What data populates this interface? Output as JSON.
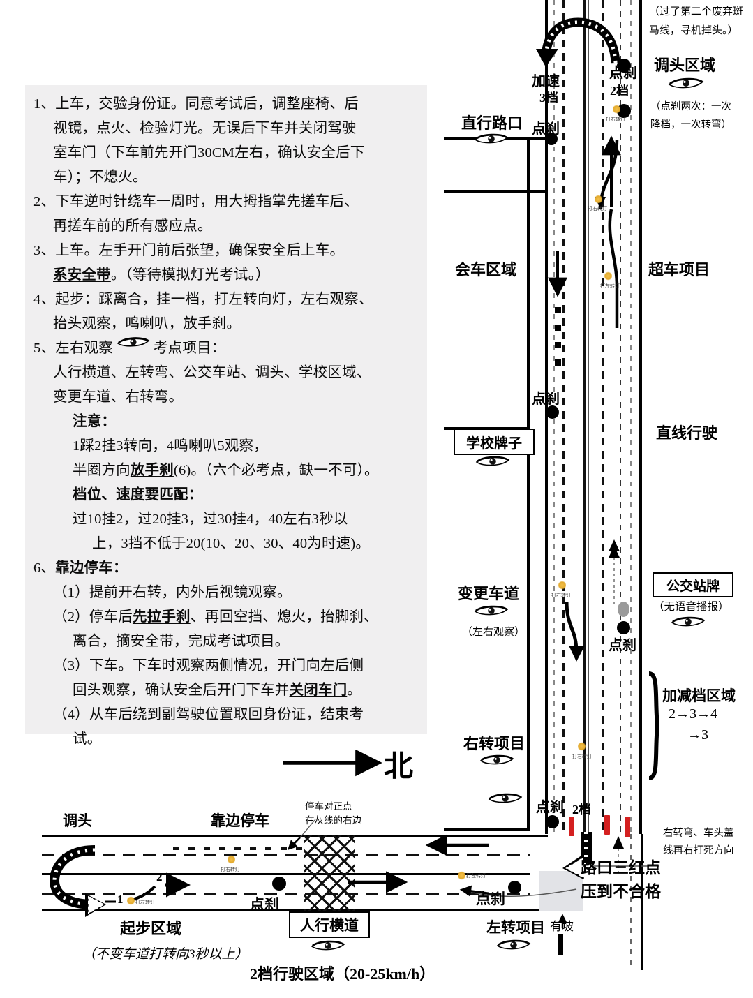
{
  "instructions": {
    "items": [
      {
        "num": "1、",
        "lines": [
          {
            "indent": 0,
            "text": "上车，交验身份证。同意考试后，调整座椅、后"
          },
          {
            "indent": 1,
            "text": "视镜，点火、检验灯光。无误后下车并关闭驾驶"
          },
          {
            "indent": 1,
            "text": "室车门（下车前先开门30CM左右，确认安全后下"
          },
          {
            "indent": 1,
            "text": "车）；不熄火。"
          }
        ]
      },
      {
        "num": "2、",
        "lines": [
          {
            "indent": 0,
            "text": "下车逆时针绕车一周时，用大拇指掌先搓车后、"
          },
          {
            "indent": 1,
            "text": "再搓车前的所有感应点。"
          }
        ]
      },
      {
        "num": "3、",
        "lines": [
          {
            "indent": 0,
            "text": "上车。左手开门前后张望，确保安全后上车。"
          },
          {
            "indent": 1,
            "bold_underline": "系安全带",
            "text": "。（等待模拟灯光考试。）"
          }
        ]
      },
      {
        "num": "4、",
        "lines": [
          {
            "indent": 0,
            "text": "起步：踩离合，挂一档，打左转向灯，左右观察、"
          },
          {
            "indent": 1,
            "text": "抬头观察，鸣喇叭，放手刹。"
          }
        ]
      },
      {
        "num": "5、",
        "lines": [
          {
            "indent": 0,
            "eye": true,
            "pre": "左右观察",
            "text": "考点项目："
          },
          {
            "indent": 1,
            "text": "人行横道、左转弯、公交车站、调头、学校区域、"
          },
          {
            "indent": 1,
            "text": "变更车道、右转弯。"
          },
          {
            "indent": 2,
            "bold": "注意："
          },
          {
            "indent": 2,
            "text": "1踩2挂3转向，4鸣喇叭5观察，"
          },
          {
            "indent": 2,
            "pre2": "半圈方向",
            "bold_underline": "放手刹",
            "text": "(6)。（六个必考点，缺一不可）。"
          },
          {
            "indent": 2,
            "bold": "档位、速度要匹配："
          },
          {
            "indent": 2,
            "text": "过10挂2，过20挂3，过30挂4，40左右3秒以"
          },
          {
            "indent": 3,
            "text": "上，3挡不低于20(10、20、30、40为时速)。"
          }
        ]
      },
      {
        "num": "6、",
        "lines": [
          {
            "indent": 0,
            "bold": "靠边停车："
          },
          {
            "indent": 1,
            "text": "（1）提前开右转，内外后视镜观察。"
          },
          {
            "indent": 1,
            "pre3": "（2）停车后",
            "bold_underline": "先拉手刹",
            "text": "、再回空挡、熄火，抬脚刹、"
          },
          {
            "indent": 2,
            "text": "离合，摘安全带，完成考试项目。"
          },
          {
            "indent": 1,
            "text": "（3）下车。下车时观察两侧情况，开门向左后侧"
          },
          {
            "indent": 2,
            "text": "回头观察，确认安全后开门下车并",
            "bold_underline_tail": "关闭车门",
            "tail": "。"
          },
          {
            "indent": 1,
            "text": "（4）从车后绕到副驾驶位置取回身份证，结束考"
          },
          {
            "indent": 2,
            "text": "试。"
          }
        ]
      }
    ]
  },
  "diagram": {
    "compass": {
      "label": "北"
    },
    "top_note": "（过了第二个废弃斑\n马线，寻机掉头。）",
    "labels": {
      "uturn_area": "调头区域",
      "uturn_note": "（点刹两次：一次\n降档，一次转弯）",
      "accelerate": "加速",
      "gear3": "3档",
      "gear2_top": "2档",
      "straight_junction": "直行路口",
      "meet_area": "会车区域",
      "overtake_project": "超车项目",
      "straight_drive": "直线行驶",
      "school_sign": "学校牌子",
      "change_lane": "变更车道",
      "change_lane_note": "（左右观察）",
      "bus_stop_sign": "公交站牌",
      "bus_stop_note": "（无语音播报）",
      "shift_area": "加减档区域",
      "shift_seq1": "2→3→4",
      "shift_seq2": "→3",
      "right_turn_project": "右转项目",
      "gear2_bottom": "2档",
      "junction_red": "路口三红点",
      "junction_red2": "压到不合格",
      "right_turn_note": "右转弯、车头盖\n线再右打死方向",
      "left_turn_project": "左转项目",
      "has_slope": "有坡",
      "crosswalk": "人行横道",
      "second_gear_zone": "2档行驶区域（20-25km/h）",
      "uturn_bottom": "调头",
      "park_side": "靠边停车",
      "park_note": "停车对正点\n在灰线的右边",
      "start_area": "起步区域",
      "start_note": "（不变车道打转向3秒以上）",
      "dianshua": "点刹"
    },
    "tiny_labels": {
      "right_signal": "打右转灯",
      "left_signal": "打左转灯"
    },
    "markers": {
      "one": "1",
      "two": "2"
    },
    "colors": {
      "red_mark": "#d42020",
      "amber": "#e3aa2e",
      "gray_dot": "#9a9a9a",
      "panel_bg": "#f0eff0"
    }
  }
}
